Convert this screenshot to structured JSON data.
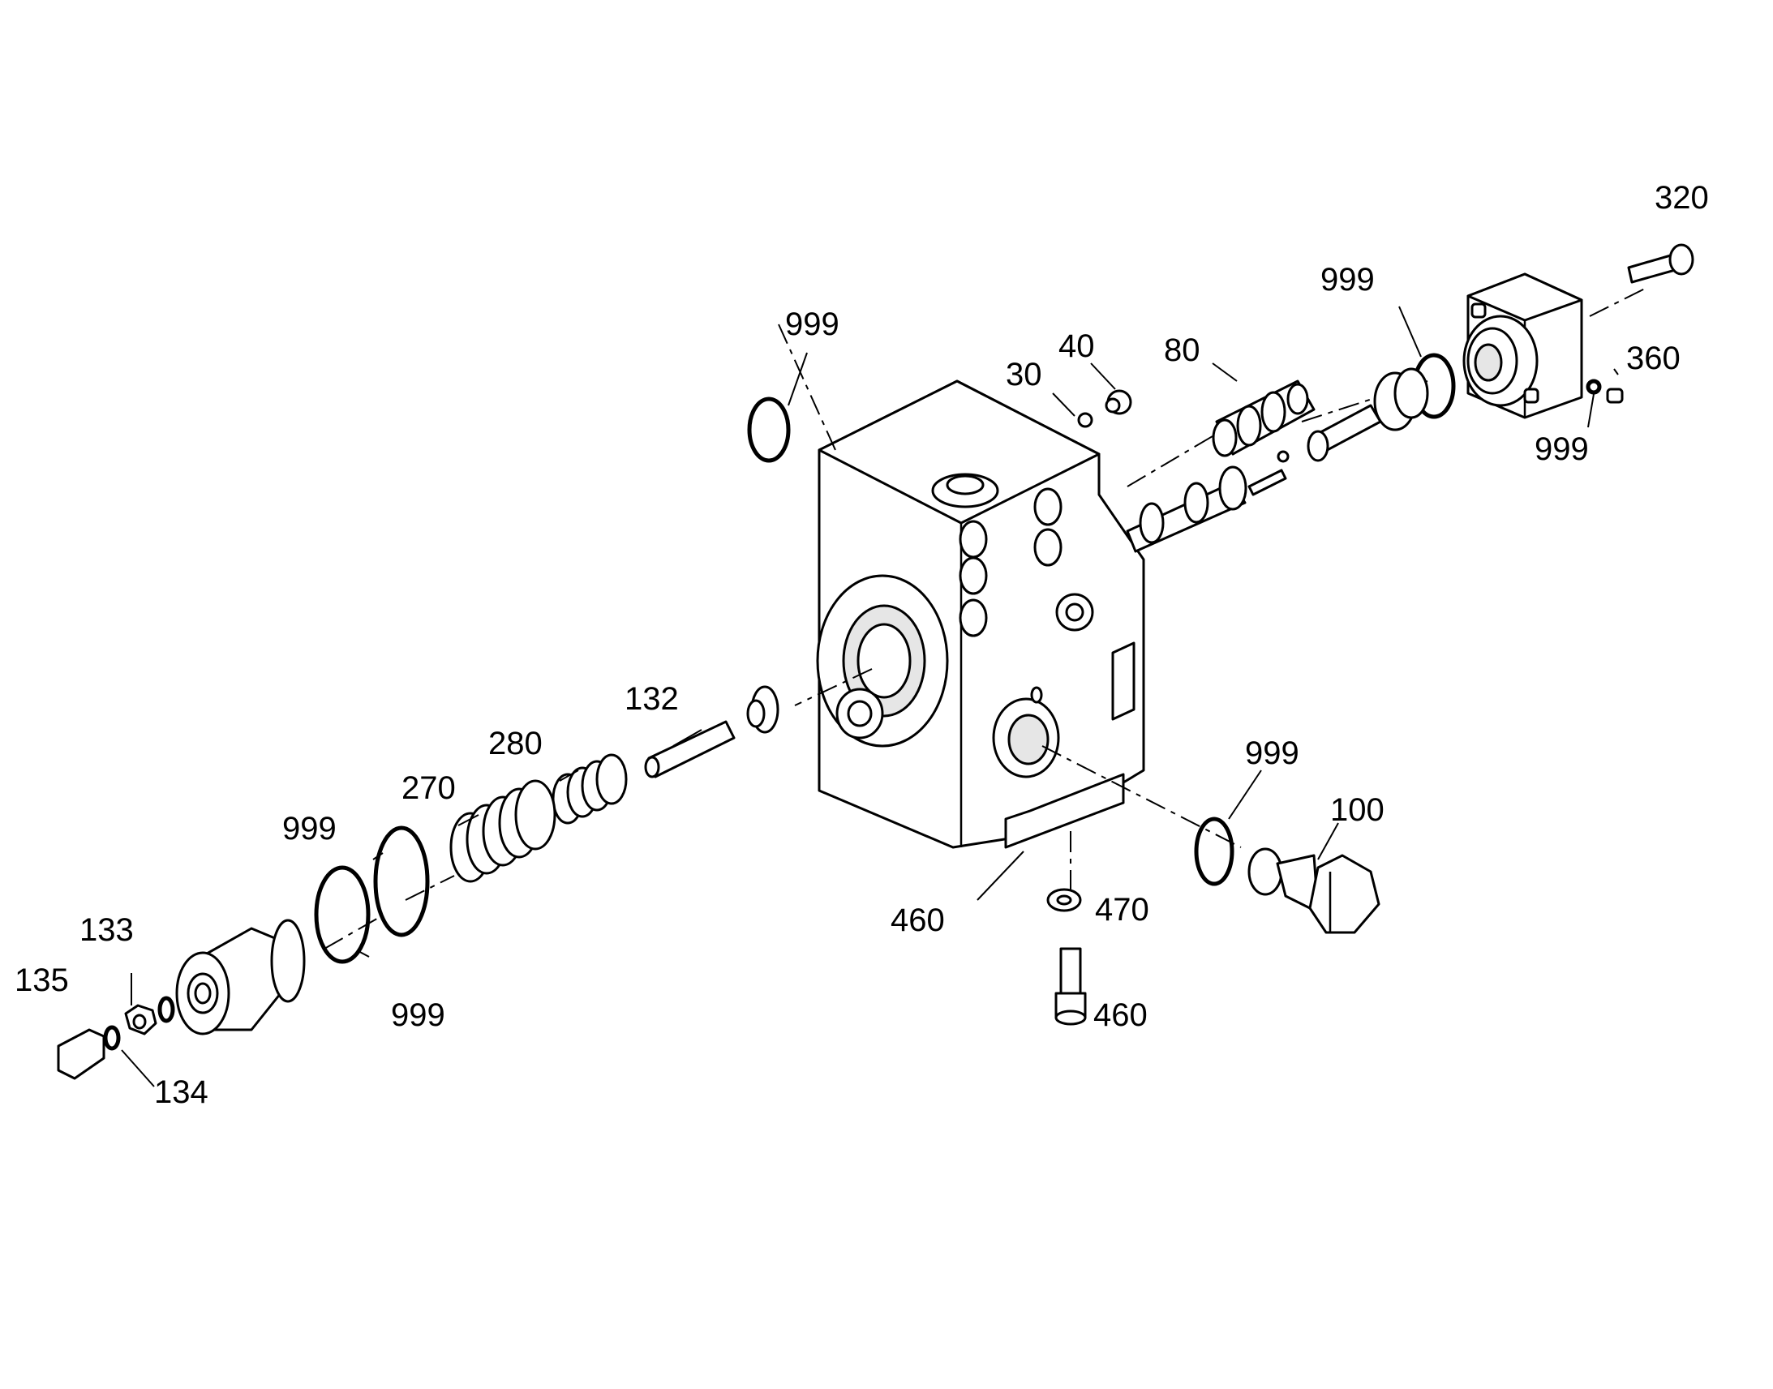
{
  "callouts": {
    "c320": "320",
    "c999_top_right": "999",
    "c360": "360",
    "c999_right_small": "999",
    "c80": "80",
    "c40": "40",
    "c30": "30",
    "c999_top_left": "999",
    "c132": "132",
    "c280": "280",
    "c270": "270",
    "c999_left_upper": "999",
    "c133": "133",
    "c135": "135",
    "c134": "134",
    "c999_left_lower": "999",
    "c460_block": "460",
    "c470": "470",
    "c460_screw": "460",
    "c999_right_lower": "999",
    "c100": "100"
  }
}
